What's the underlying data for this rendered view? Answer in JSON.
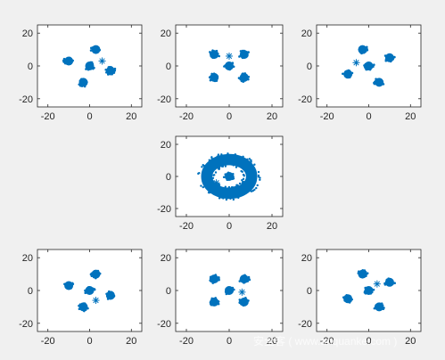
{
  "figure": {
    "watermark": "安全客 ( www.anquanke.com )",
    "background": "#f0f0f0",
    "axes_background": "#ffffff",
    "marker_color": "#0072bd"
  },
  "chart_data": [
    {
      "type": "scatter",
      "xlim": [
        -25,
        25
      ],
      "ylim": [
        -25,
        25
      ],
      "xticks": [
        -20,
        0,
        20
      ],
      "yticks": [
        -20,
        0,
        20
      ],
      "tick_labels_x": [
        "-20",
        "0",
        "20"
      ],
      "tick_labels_y": [
        "-20",
        "0",
        "20"
      ],
      "grid": false,
      "clusters": [
        {
          "x": 0,
          "y": 0
        },
        {
          "x": 3,
          "y": 10
        },
        {
          "x": -10,
          "y": 3
        },
        {
          "x": 10,
          "y": -3
        },
        {
          "x": -3,
          "y": -10
        }
      ],
      "asterisk": {
        "x": 6,
        "y": 3
      }
    },
    {
      "type": "scatter",
      "xlim": [
        -25,
        25
      ],
      "ylim": [
        -25,
        25
      ],
      "xticks": [
        -20,
        0,
        20
      ],
      "yticks": [
        -20,
        0,
        20
      ],
      "tick_labels_x": [
        "-20",
        "0",
        "20"
      ],
      "tick_labels_y": [
        "-20",
        "0",
        "20"
      ],
      "grid": false,
      "clusters": [
        {
          "x": 0,
          "y": 0
        },
        {
          "x": 7,
          "y": 7
        },
        {
          "x": -7,
          "y": 7
        },
        {
          "x": 7,
          "y": -7
        },
        {
          "x": -7,
          "y": -7
        }
      ],
      "asterisk": {
        "x": 0,
        "y": 6
      }
    },
    {
      "type": "scatter",
      "xlim": [
        -25,
        25
      ],
      "ylim": [
        -25,
        25
      ],
      "xticks": [
        -20,
        0,
        20
      ],
      "yticks": [
        -20,
        0,
        20
      ],
      "tick_labels_x": [
        "-20",
        "0",
        "20"
      ],
      "tick_labels_y": [
        "-20",
        "0",
        "20"
      ],
      "grid": false,
      "clusters": [
        {
          "x": 0,
          "y": 0
        },
        {
          "x": -3,
          "y": 10
        },
        {
          "x": 10,
          "y": 5
        },
        {
          "x": -10,
          "y": -5
        },
        {
          "x": 5,
          "y": -10
        }
      ],
      "asterisk": {
        "x": -6,
        "y": 2
      }
    },
    {
      "type": "scatter",
      "xlim": [
        -25,
        25
      ],
      "ylim": [
        -25,
        25
      ],
      "xticks": [
        -20,
        0,
        20
      ],
      "yticks": [
        -20,
        0,
        20
      ],
      "tick_labels_x": [
        "-20",
        "0",
        "20"
      ],
      "tick_labels_y": [
        "-20",
        "0",
        "20"
      ],
      "grid": false,
      "ring": {
        "inner_radius": 7,
        "outer_radius": 14
      },
      "center_cluster": {
        "x": 0,
        "y": 0
      },
      "asterisk": {
        "x": -6,
        "y": -4
      }
    },
    {
      "type": "scatter",
      "xlim": [
        -25,
        25
      ],
      "ylim": [
        -25,
        25
      ],
      "xticks": [
        -20,
        0,
        20
      ],
      "yticks": [
        -20,
        0,
        20
      ],
      "tick_labels_x": [
        "-20",
        "0",
        "20"
      ],
      "tick_labels_y": [
        "-20",
        "0",
        "20"
      ],
      "grid": false,
      "clusters": [
        {
          "x": 0,
          "y": 0
        },
        {
          "x": 3,
          "y": 10
        },
        {
          "x": -10,
          "y": 3
        },
        {
          "x": 10,
          "y": -3
        },
        {
          "x": -3,
          "y": -10
        }
      ],
      "asterisk": {
        "x": 3,
        "y": -6
      }
    },
    {
      "type": "scatter",
      "xlim": [
        -25,
        25
      ],
      "ylim": [
        -25,
        25
      ],
      "xticks": [
        -20,
        0,
        20
      ],
      "yticks": [
        -20,
        0,
        20
      ],
      "tick_labels_x": [
        "-20",
        "0",
        "20"
      ],
      "tick_labels_y": [
        "-20",
        "0",
        "20"
      ],
      "grid": false,
      "clusters": [
        {
          "x": 0,
          "y": 0
        },
        {
          "x": 7,
          "y": 7
        },
        {
          "x": -7,
          "y": 7
        },
        {
          "x": 7,
          "y": -7
        },
        {
          "x": -7,
          "y": -7
        }
      ],
      "asterisk": {
        "x": 6,
        "y": -1
      }
    },
    {
      "type": "scatter",
      "xlim": [
        -25,
        25
      ],
      "ylim": [
        -25,
        25
      ],
      "xticks": [
        -20,
        0,
        20
      ],
      "yticks": [
        -20,
        0,
        20
      ],
      "tick_labels_x": [
        "-20",
        "0",
        "20"
      ],
      "tick_labels_y": [
        "-20",
        "0",
        "20"
      ],
      "grid": false,
      "clusters": [
        {
          "x": 0,
          "y": 0
        },
        {
          "x": -3,
          "y": 10
        },
        {
          "x": 10,
          "y": 5
        },
        {
          "x": -10,
          "y": -5
        },
        {
          "x": 5,
          "y": -10
        }
      ],
      "asterisk": {
        "x": 4,
        "y": 4
      }
    }
  ]
}
